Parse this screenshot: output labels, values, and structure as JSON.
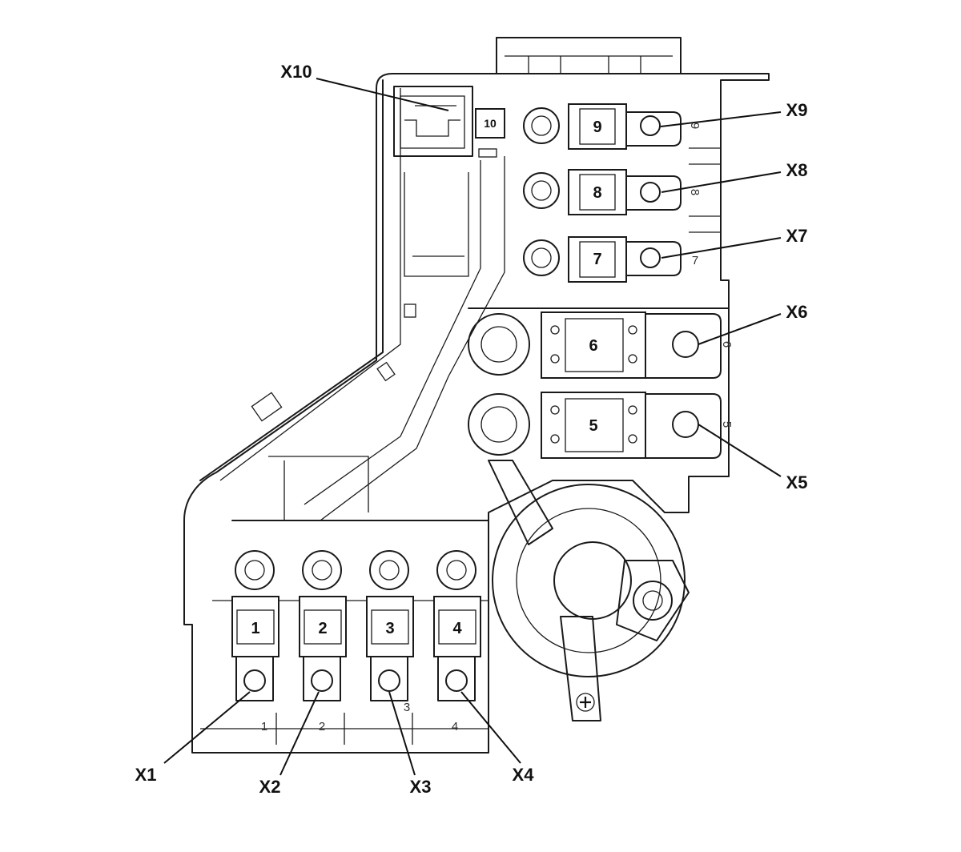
{
  "diagram": {
    "callouts": [
      {
        "id": "X1",
        "label": "X1"
      },
      {
        "id": "X2",
        "label": "X2"
      },
      {
        "id": "X3",
        "label": "X3"
      },
      {
        "id": "X4",
        "label": "X4"
      },
      {
        "id": "X5",
        "label": "X5"
      },
      {
        "id": "X6",
        "label": "X6"
      },
      {
        "id": "X7",
        "label": "X7"
      },
      {
        "id": "X8",
        "label": "X8"
      },
      {
        "id": "X9",
        "label": "X9"
      },
      {
        "id": "X10",
        "label": "X10"
      }
    ],
    "fuses": [
      {
        "id": "1",
        "label": "1"
      },
      {
        "id": "2",
        "label": "2"
      },
      {
        "id": "3",
        "label": "3"
      },
      {
        "id": "4",
        "label": "4"
      },
      {
        "id": "5",
        "label": "5"
      },
      {
        "id": "6",
        "label": "6"
      },
      {
        "id": "7",
        "label": "7"
      },
      {
        "id": "8",
        "label": "8"
      },
      {
        "id": "9",
        "label": "9"
      },
      {
        "id": "10",
        "label": "10"
      }
    ],
    "slot_numbers": [
      "1",
      "2",
      "3",
      "4",
      "5",
      "6",
      "7",
      "8",
      "9"
    ],
    "plus_symbol": "plus-icon"
  }
}
